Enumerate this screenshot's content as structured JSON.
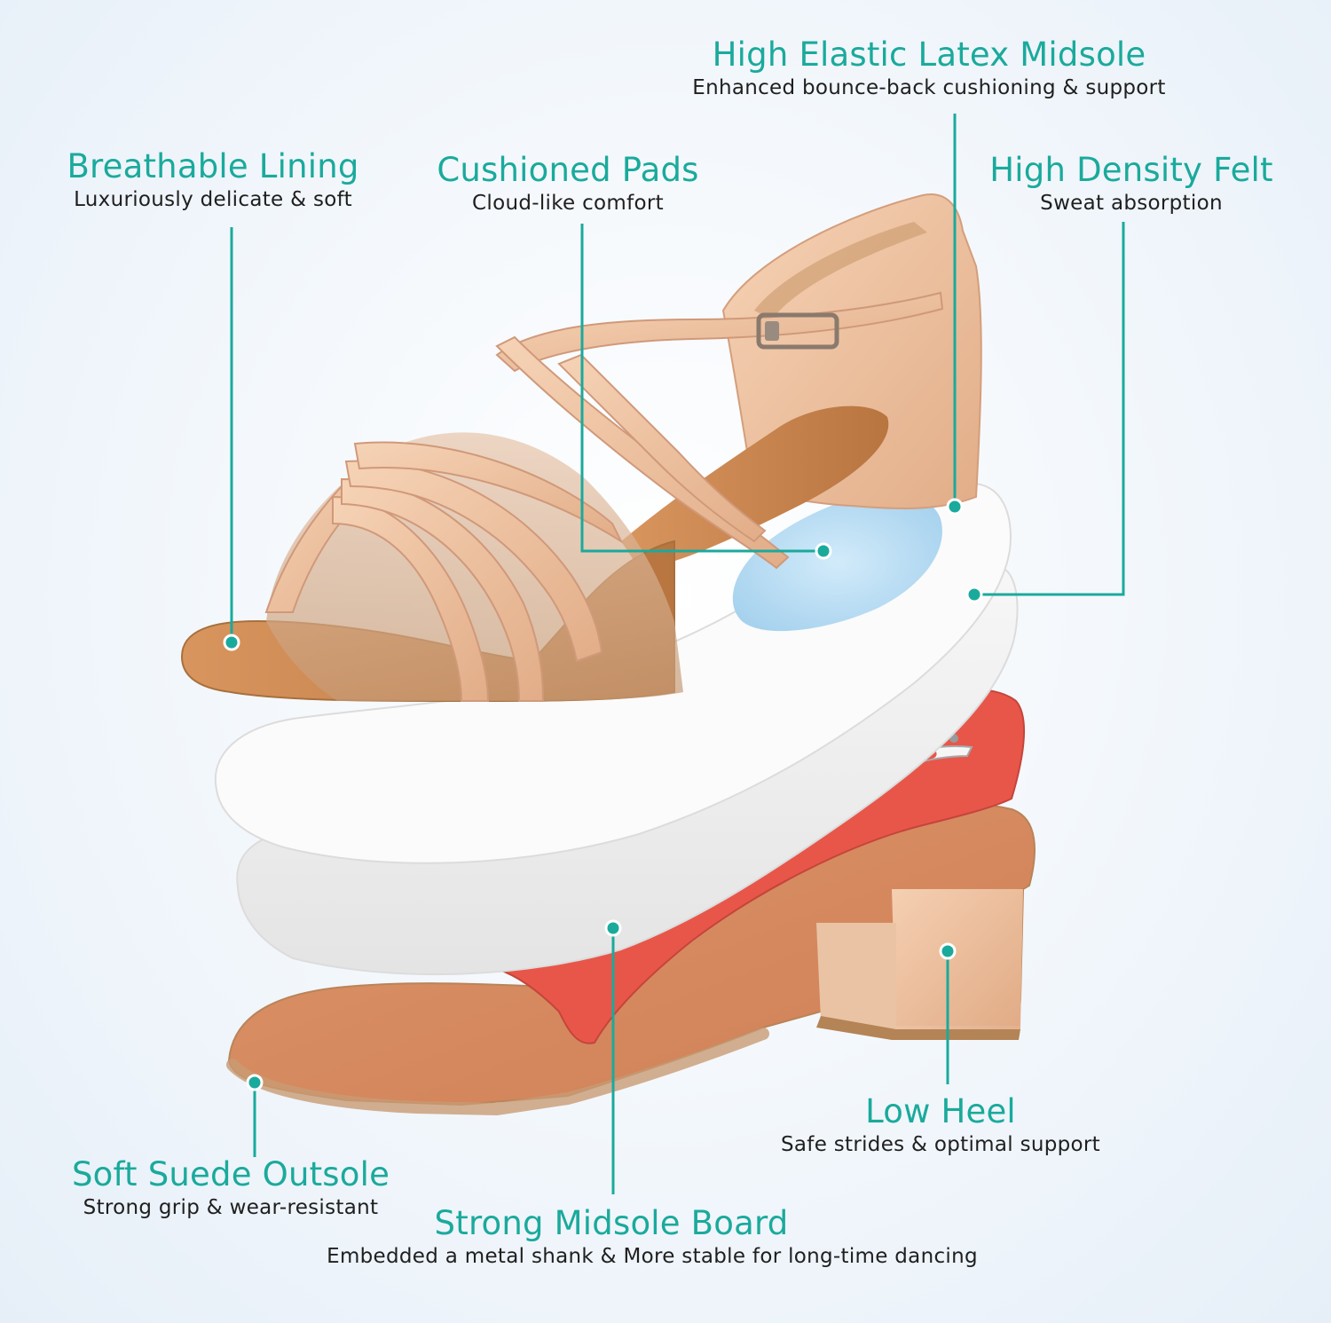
{
  "colors": {
    "accent": "#1aaa9c",
    "text": "#1f1f1f",
    "satin": "#eec3a2",
    "suede": "#c98a55",
    "latex_pad": "#b8dcf2",
    "felt": "#f2f2f2",
    "midsole_board": "#e8564a",
    "metal_shank": "#c9c9c9"
  },
  "features": [
    {
      "id": "latex",
      "title": "High Elastic Latex Midsole",
      "subtitle": "Enhanced bounce-back cushioning & support"
    },
    {
      "id": "lining",
      "title": "Breathable Lining",
      "subtitle": "Luxuriously delicate & soft"
    },
    {
      "id": "pads",
      "title": "Cushioned Pads",
      "subtitle": "Cloud-like comfort"
    },
    {
      "id": "felt",
      "title": "High Density Felt",
      "subtitle": "Sweat absorption"
    },
    {
      "id": "heel",
      "title": "Low Heel",
      "subtitle": "Safe strides & optimal support"
    },
    {
      "id": "outsole",
      "title": "Soft Suede Outsole",
      "subtitle": "Strong grip & wear-resistant"
    },
    {
      "id": "board",
      "title": "Strong Midsole Board",
      "subtitle": "Embedded a metal shank & More stable for long-time dancing"
    }
  ],
  "icons": {
    "shoe": "dance-sandal-illustration",
    "leader_dot": "leader-dot-icon"
  }
}
